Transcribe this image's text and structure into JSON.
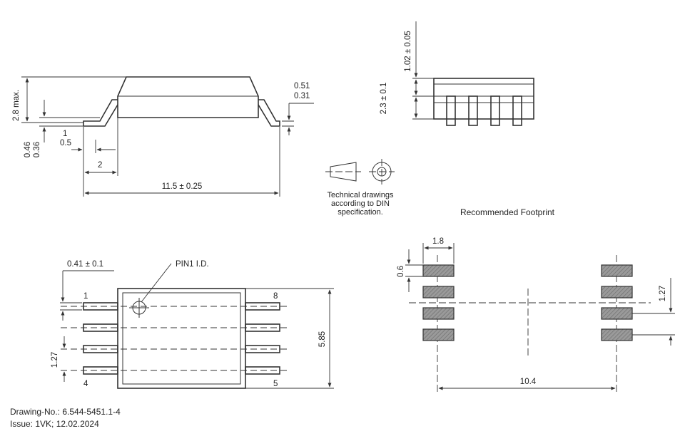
{
  "side_view": {
    "dims": {
      "height_max": "2.8 max.",
      "lead_thickness_max": "0.46",
      "lead_thickness_min": "0.36",
      "lead_foot_a": "1",
      "lead_foot_b": "0.5",
      "lead_span": "2",
      "overall_length": "11.5 ± 0.25",
      "standoff_max": "0.51",
      "standoff_min": "0.31"
    }
  },
  "end_view": {
    "dims": {
      "body_height": "2.3 ± 0.1",
      "top_offset": "1.02 ± 0.05"
    }
  },
  "projection_note": {
    "lines": [
      "Technical drawings",
      "according to DIN",
      "specification."
    ]
  },
  "top_view": {
    "dims": {
      "lead_width": "0.41 ± 0.1",
      "pin1_label": "PIN1 I.D.",
      "pitch": "1.27",
      "body_width": "5.85"
    },
    "pin_numbers": [
      "1",
      "8",
      "4",
      "5"
    ]
  },
  "footprint": {
    "title": "Recommended Footprint",
    "dims": {
      "pad_length": "1.8",
      "pad_width": "0.6",
      "pitch": "1.27",
      "pad_span": "10.4"
    }
  },
  "footer": {
    "drawing_no": "Drawing-No.:  6.544-5451.1-4",
    "issue": "Issue: 1VK;  12.02.2024"
  }
}
